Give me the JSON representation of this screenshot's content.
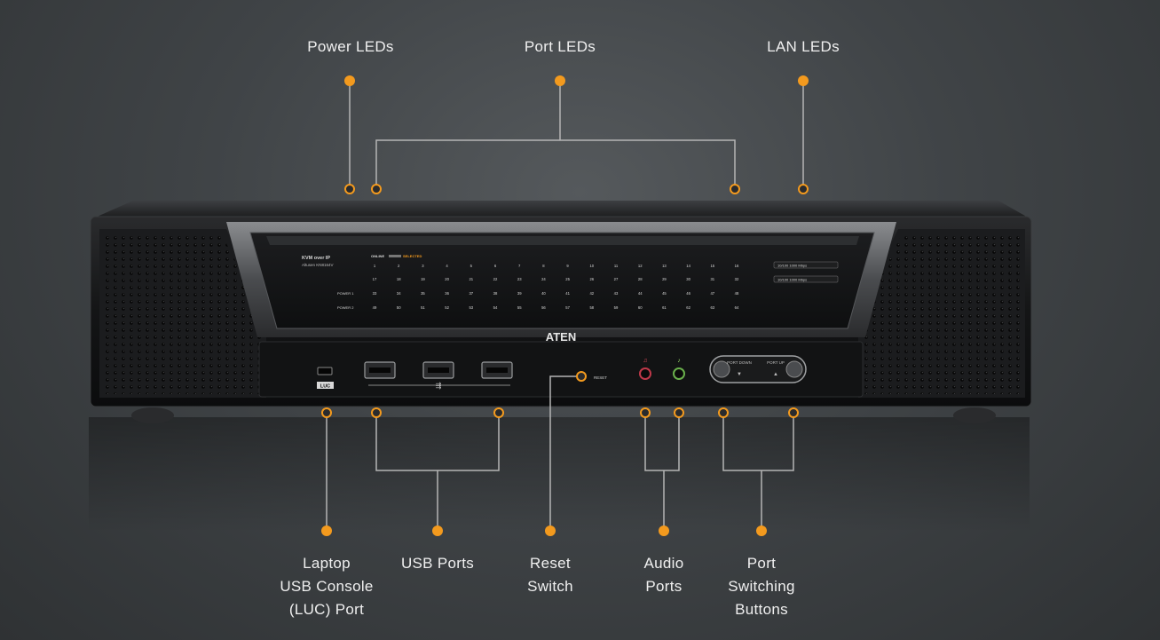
{
  "callouts": {
    "power_leds": "Power LEDs",
    "port_leds": "Port LEDs",
    "lan_leds": "LAN LEDs",
    "luc_port": [
      "Laptop",
      "USB Console",
      "(LUC) Port"
    ],
    "usb_ports": "USB Ports",
    "reset_switch": [
      "Reset",
      "Switch"
    ],
    "audio_ports": [
      "Audio",
      "Ports"
    ],
    "port_switching": [
      "Port",
      "Switching",
      "Buttons"
    ]
  },
  "device": {
    "brand": "ATEN",
    "model_line1": "KVM over IP",
    "model_line2": "Altusen KN8164V",
    "online_label": "ONLINE",
    "selected_label": "SELECTED",
    "power1_label": "POWER 1",
    "power2_label": "POWER 2",
    "lan1_label": "10/100 1000 Mbps",
    "lan2_label": "10/100 1000 Mbps",
    "row1": [
      "1",
      "2",
      "3",
      "4",
      "5",
      "6",
      "7",
      "8",
      "9",
      "10",
      "11",
      "12",
      "13",
      "14",
      "15",
      "16"
    ],
    "row2": [
      "17",
      "18",
      "19",
      "20",
      "21",
      "22",
      "23",
      "24",
      "25",
      "26",
      "27",
      "28",
      "29",
      "30",
      "31",
      "32"
    ],
    "row3": [
      "33",
      "34",
      "35",
      "36",
      "37",
      "38",
      "39",
      "40",
      "41",
      "42",
      "43",
      "44",
      "45",
      "46",
      "47",
      "48"
    ],
    "row4": [
      "49",
      "50",
      "51",
      "52",
      "53",
      "54",
      "55",
      "56",
      "57",
      "58",
      "59",
      "60",
      "61",
      "62",
      "63",
      "64"
    ],
    "luc_label": "LUC",
    "reset_label": "RESET",
    "port_down_label": "PORT DOWN",
    "port_up_label": "PORT UP"
  },
  "colors": {
    "accent": "#f39a1e",
    "leader_line": "#b5b5b5",
    "label_text": "#f0f0f0"
  }
}
